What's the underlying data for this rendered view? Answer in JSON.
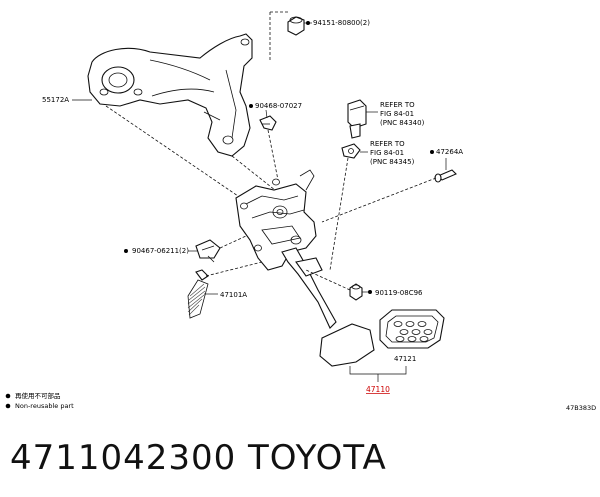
{
  "labels": {
    "nut_94151": "94151-80800(2)",
    "bracket_55172A": "55172A",
    "clip_90468": "90468-07027",
    "refer_1_line1": "REFER TO",
    "refer_1_line2": "FIG 84-01",
    "refer_1_line3": "(PNC 84340)",
    "refer_2_line1": "REFER TO",
    "refer_2_line2": "FIG 84-01",
    "refer_2_line3": "(PNC 84345)",
    "pin_47264A": "47264A",
    "clip_90467": "90467-06211(2)",
    "spring_47101A": "47101A",
    "bolt_90119": "90119-08C96",
    "pad_47121": "47121",
    "assembly_47110": "47110"
  },
  "legend": {
    "jp_text": "再使用不可部品",
    "en_text": "Non-reusable part"
  },
  "diagram_code": "47B383D",
  "footer": {
    "part_number": "4711042300",
    "brand": "TOYOTA"
  },
  "colors": {
    "ink": "#111111",
    "highlight": "#cc0000"
  }
}
